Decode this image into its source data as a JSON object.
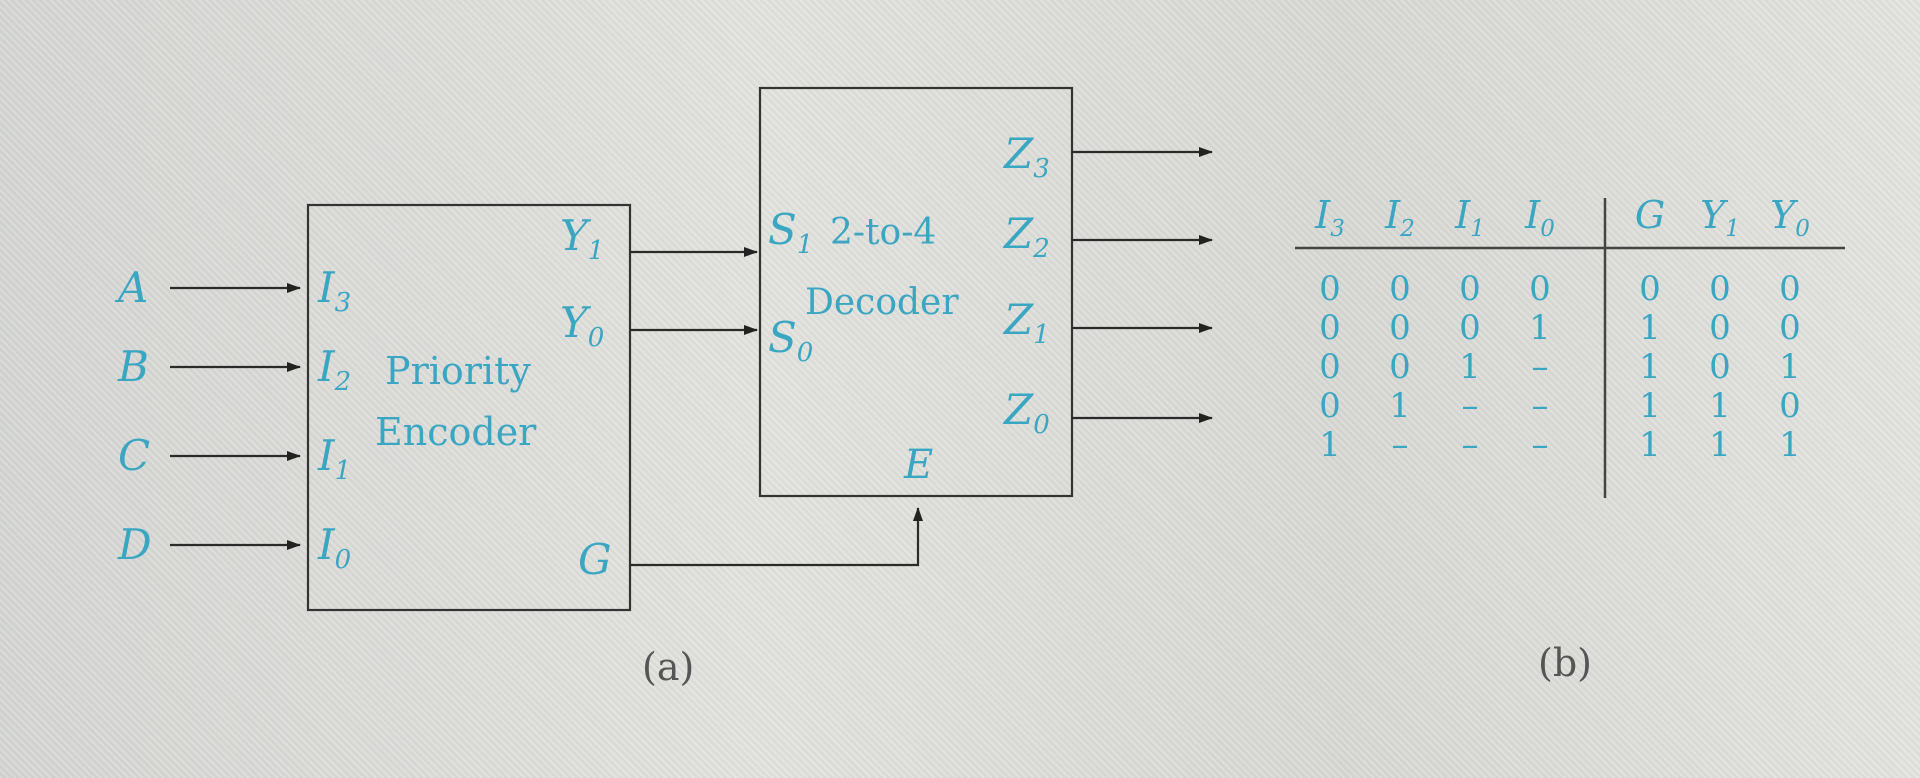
{
  "encoder": {
    "inputs": [
      "A",
      "B",
      "C",
      "D"
    ],
    "input_pins": [
      {
        "main": "I",
        "sub": "3"
      },
      {
        "main": "I",
        "sub": "2"
      },
      {
        "main": "I",
        "sub": "1"
      },
      {
        "main": "I",
        "sub": "0"
      }
    ],
    "title_line1": "Priority",
    "title_line2": "Encoder",
    "out_y1": {
      "main": "Y",
      "sub": "1"
    },
    "out_y0": {
      "main": "Y",
      "sub": "0"
    },
    "out_g": "G"
  },
  "decoder": {
    "in_s1": {
      "main": "S",
      "sub": "1"
    },
    "in_s0": {
      "main": "S",
      "sub": "0"
    },
    "title_line1": "2-to-4",
    "title_line2": "Decoder",
    "outputs": [
      {
        "main": "Z",
        "sub": "3"
      },
      {
        "main": "Z",
        "sub": "2"
      },
      {
        "main": "Z",
        "sub": "1"
      },
      {
        "main": "Z",
        "sub": "0"
      }
    ],
    "enable": "E"
  },
  "caption_a": "(a)",
  "caption_b": "(b)",
  "truth_table": {
    "input_headers": [
      {
        "main": "I",
        "sub": "3"
      },
      {
        "main": "I",
        "sub": "2"
      },
      {
        "main": "I",
        "sub": "1"
      },
      {
        "main": "I",
        "sub": "0"
      }
    ],
    "output_headers": [
      {
        "main": "G",
        "sub": ""
      },
      {
        "main": "Y",
        "sub": "1"
      },
      {
        "main": "Y",
        "sub": "0"
      }
    ],
    "rows": [
      {
        "in": [
          "0",
          "0",
          "0",
          "0"
        ],
        "out": [
          "0",
          "0",
          "0"
        ]
      },
      {
        "in": [
          "0",
          "0",
          "0",
          "1"
        ],
        "out": [
          "1",
          "0",
          "0"
        ]
      },
      {
        "in": [
          "0",
          "0",
          "1",
          "–"
        ],
        "out": [
          "1",
          "0",
          "1"
        ]
      },
      {
        "in": [
          "0",
          "1",
          "–",
          "–"
        ],
        "out": [
          "1",
          "1",
          "0"
        ]
      },
      {
        "in": [
          "1",
          "–",
          "–",
          "–"
        ],
        "out": [
          "1",
          "1",
          "1"
        ]
      }
    ]
  }
}
